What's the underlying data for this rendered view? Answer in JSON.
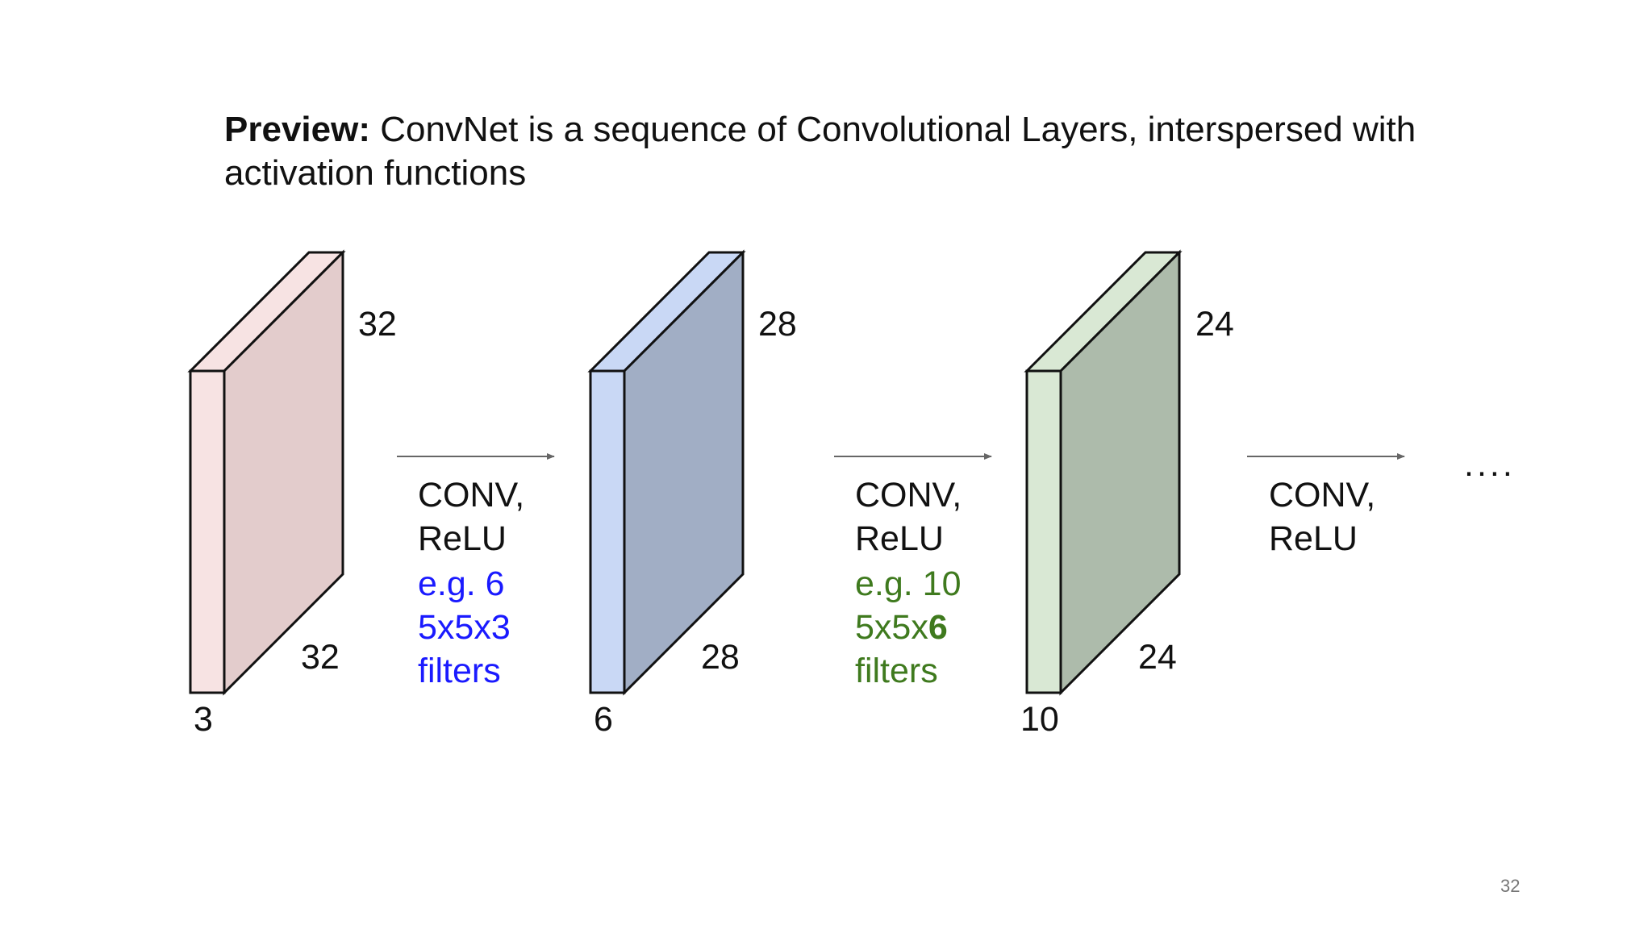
{
  "slide": {
    "title_bold": "Preview:",
    "title_rest": " ConvNet is a sequence of Convolutional Layers, interspersed with activation functions",
    "page_number": "32"
  },
  "volumes": [
    {
      "name": "input",
      "height": "32",
      "width": "32",
      "depth": "3",
      "front_color": "#f7e3e3",
      "side_color": "#e3cccc",
      "top_color": "#f7e3e3"
    },
    {
      "name": "layer1",
      "height": "28",
      "width": "28",
      "depth": "6",
      "front_color": "#c9d8f5",
      "side_color": "#a1aec5",
      "top_color": "#c9d8f5"
    },
    {
      "name": "layer2",
      "height": "24",
      "width": "24",
      "depth": "10",
      "front_color": "#d9e8d4",
      "side_color": "#adbbab",
      "top_color": "#d9e8d4"
    }
  ],
  "operations": [
    {
      "line1": "CONV,",
      "line2": "ReLU",
      "example": "e.g. 6",
      "filter_prefix": "5x5x3",
      "filter_bold": "",
      "filters_word": "filters",
      "color": "#1a1aff"
    },
    {
      "line1": "CONV,",
      "line2": "ReLU",
      "example": "e.g. 10",
      "filter_prefix": "5x5x",
      "filter_bold": "6",
      "filters_word": "filters",
      "color": "#3f7a1e"
    },
    {
      "line1": "CONV,",
      "line2": "ReLU",
      "example": "",
      "filter_prefix": "",
      "filter_bold": "",
      "filters_word": "",
      "color": "#111111"
    }
  ],
  "ellipsis": "....",
  "colors": {
    "arrow": "#666666",
    "outline": "#111111"
  }
}
